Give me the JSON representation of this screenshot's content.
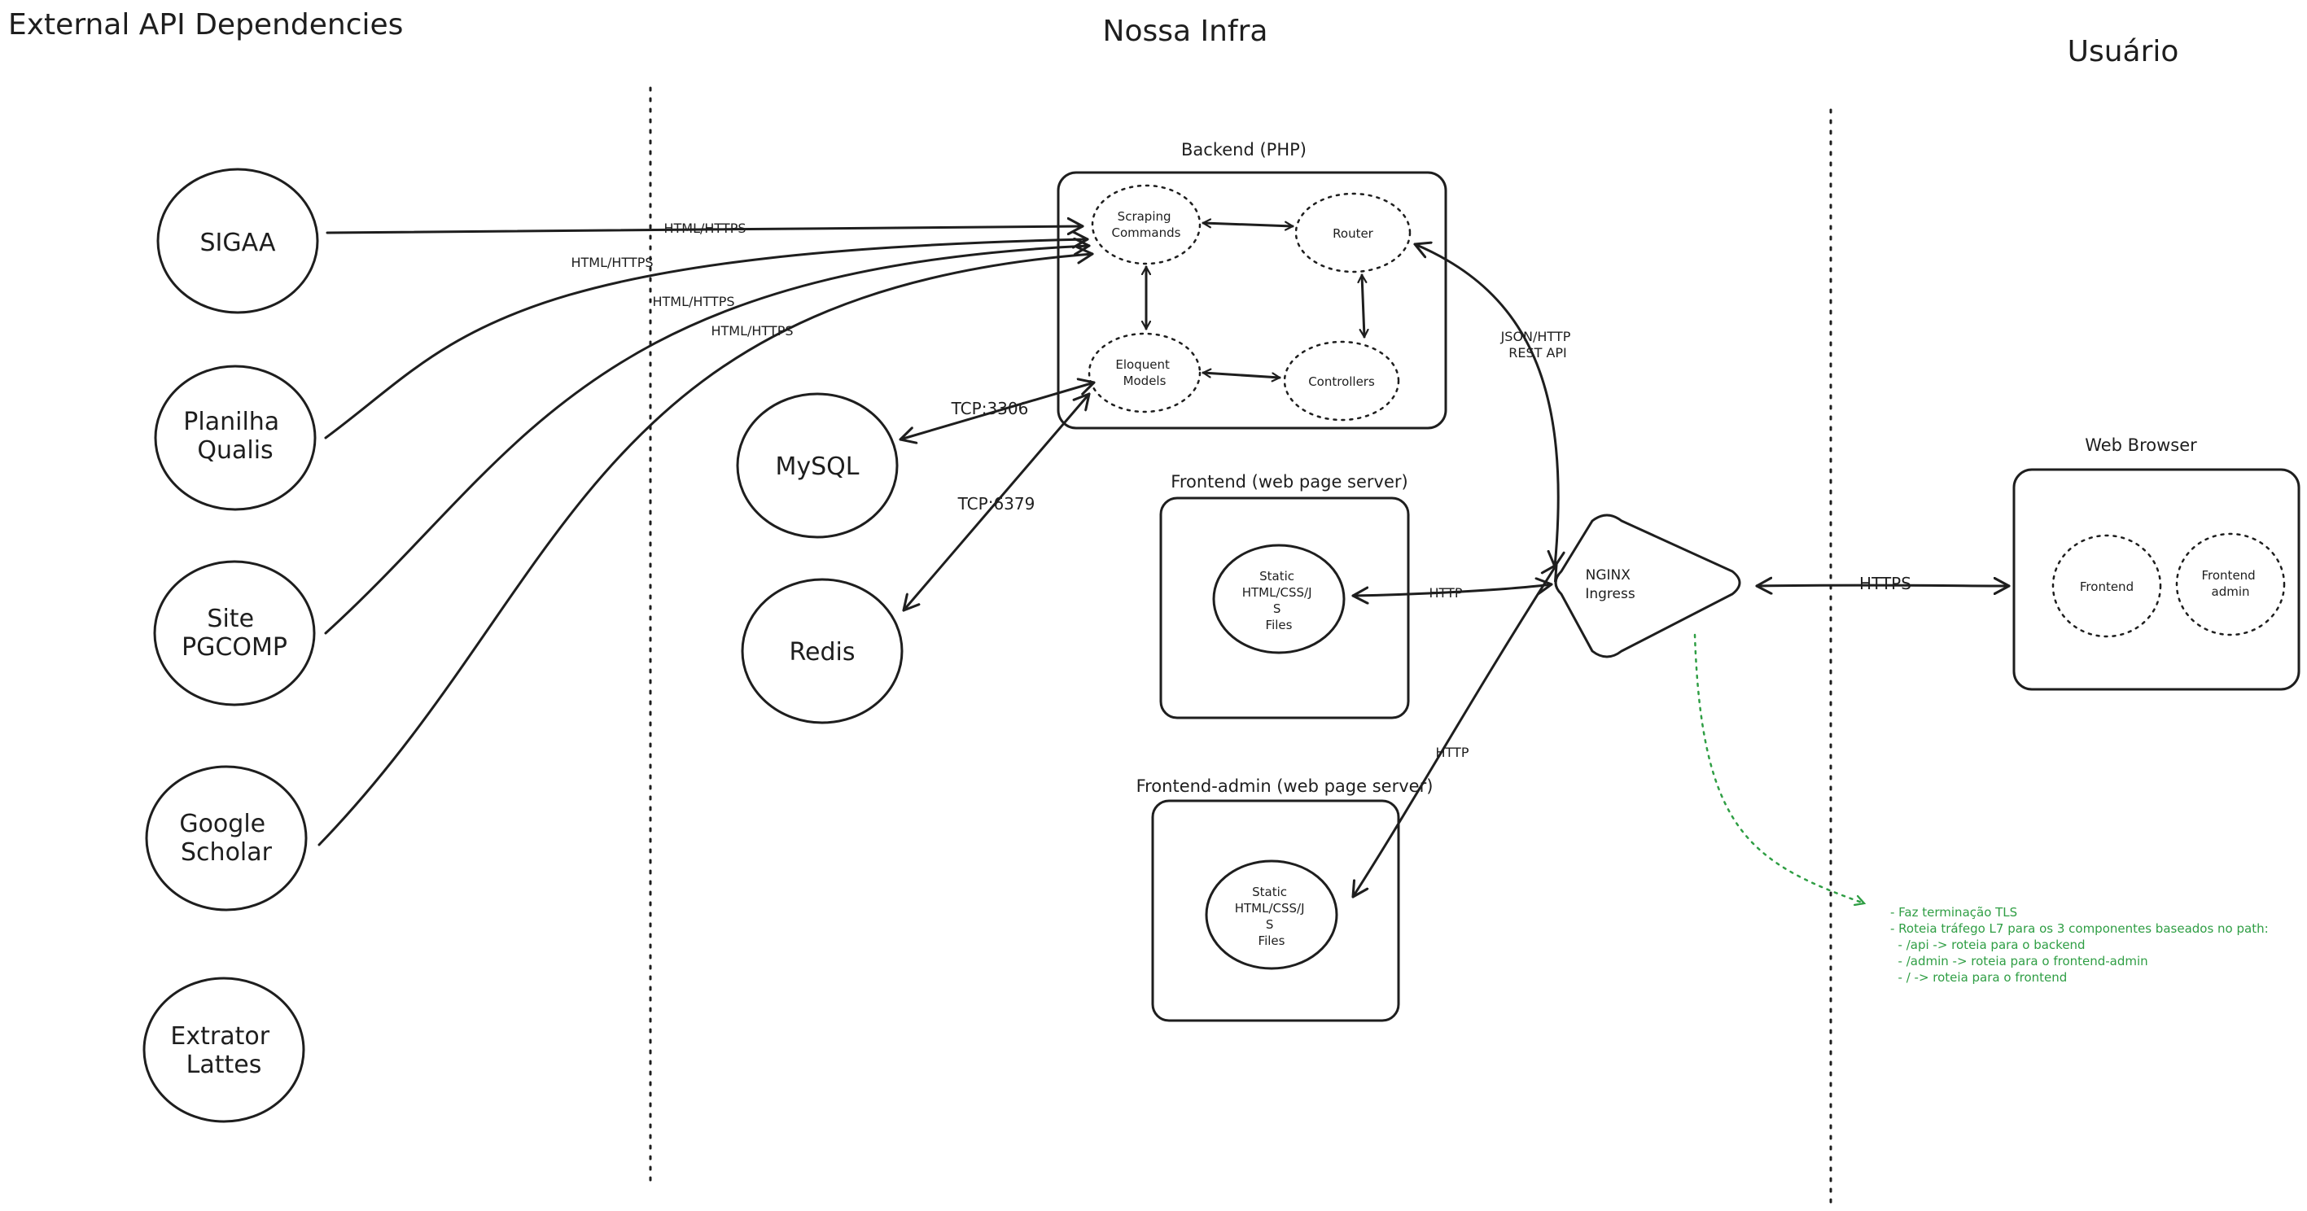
{
  "sections": {
    "external": "External API Dependencies",
    "infra": "Nossa Infra",
    "user": "Usuário"
  },
  "groups": {
    "backend": "Backend (PHP)",
    "frontend": "Frontend (web page server)",
    "frontend_admin": "Frontend-admin (web page server)",
    "web_browser": "Web Browser"
  },
  "external_nodes": {
    "sigaa": [
      "SIGAA"
    ],
    "planilha": [
      "Planilha",
      "Qualis"
    ],
    "site": [
      "Site",
      "PGCOMP"
    ],
    "scholar": [
      "Google",
      "Scholar"
    ],
    "lattes": [
      "Extrator",
      "Lattes"
    ]
  },
  "databases": {
    "mysql": "MySQL",
    "redis": "Redis"
  },
  "backend_nodes": {
    "scraping": [
      "Scraping",
      "Commands"
    ],
    "router": "Router",
    "eloquent": [
      "Eloquent",
      "Models"
    ],
    "controllers": "Controllers"
  },
  "static_files": {
    "frontend": [
      "Static",
      "HTML/CSS/J",
      "S",
      "Files"
    ],
    "frontend_admin": [
      "Static",
      "HTML/CSS/J",
      "S",
      "Files"
    ]
  },
  "nginx": [
    "NGINX",
    "Ingress"
  ],
  "browser_nodes": {
    "frontend": "Frontend",
    "frontend_admin": [
      "Frontend",
      "admin"
    ]
  },
  "edge_labels": {
    "sigaa": "HTML/HTTPS",
    "planilha": "HTML/HTTPS",
    "site": "HTML/HTTPS",
    "scholar": "HTML/HTTPS",
    "mysql": "TCP:3306",
    "redis": "TCP:6379",
    "rest_api": [
      "JSON/HTTP",
      "REST API"
    ],
    "frontend_http": "HTTP",
    "frontend_admin_http": "HTTP",
    "https": "HTTPS"
  },
  "note_lines": [
    "- Faz terminação TLS",
    "- Roteia tráfego L7 para os 3 componentes baseados no path:",
    "  - /api -> roteia para o backend",
    "  - /admin -> roteia para o frontend-admin",
    "  - / -> roteia para o frontend"
  ],
  "colors": {
    "stroke": "#1e1e1e",
    "purple_fill": "#d0bfff",
    "pink_fill": "#ffc9c9",
    "redis_fill": "#fcc2d7",
    "yellow_fill": "#fff3bf",
    "blue_fill": "#a5d8ff",
    "note_green": "#2f9e44"
  }
}
